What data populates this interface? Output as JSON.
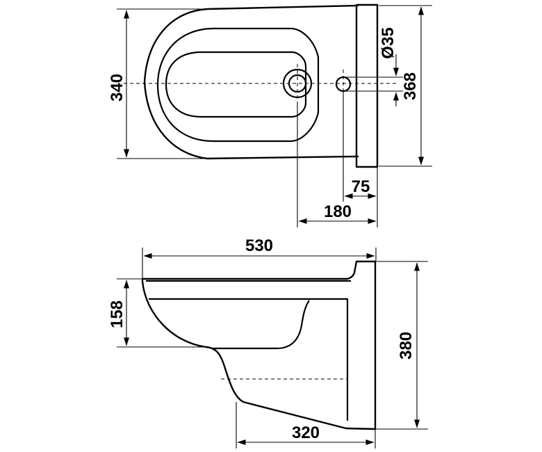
{
  "top_view": {
    "dimensions": {
      "overall_width": "340",
      "pipe_diameter": "Ø35",
      "wall_width": "368",
      "hole_offset": "75",
      "drain_offset": "180"
    }
  },
  "side_view": {
    "dimensions": {
      "overall_length": "530",
      "bowl_depth": "158",
      "overall_height": "380",
      "base_length": "320"
    }
  }
}
